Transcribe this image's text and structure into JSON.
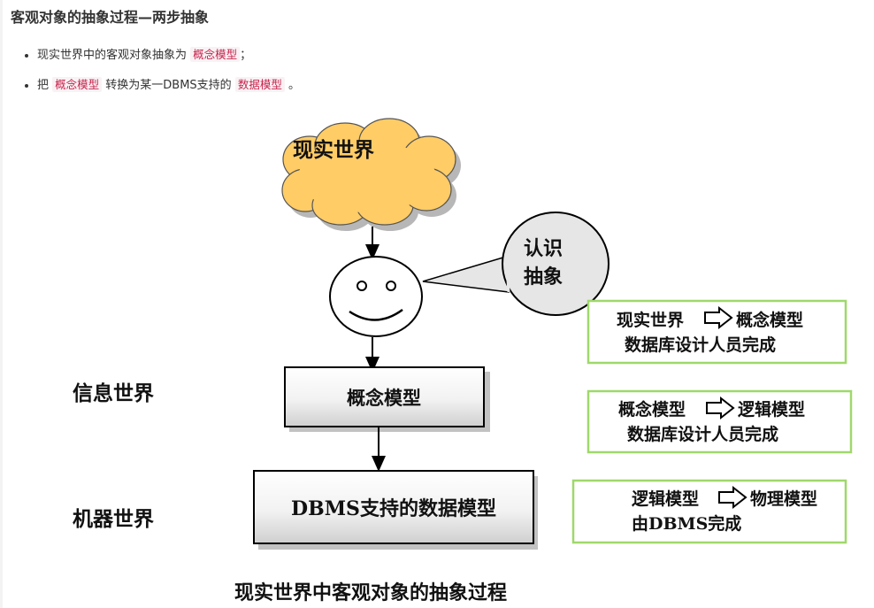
{
  "heading": "客观对象的抽象过程—两步抽象",
  "bullets": [
    {
      "pre": "现实世界中的客观对象抽象为 ",
      "code": "概念模型",
      "post": "；"
    },
    {
      "pre": "把 ",
      "code": "概念模型",
      "mid": " 转换为某一DBMS支持的 ",
      "code2": "数据模型",
      "post": " 。"
    }
  ],
  "diagram": {
    "cloud_label": "现实世界",
    "bubble_lines": [
      "认识",
      "抽象"
    ],
    "box_concept": "概念模型",
    "box_dbms": "DBMS支持的数据模型",
    "side_info": "信息世界",
    "side_machine": "机器世界",
    "note1": {
      "from": "现实世界",
      "to": "概念模型",
      "line2": "数据库设计人员完成"
    },
    "note2": {
      "from": "概念模型",
      "to": "逻辑模型",
      "line2": "数据库设计人员完成"
    },
    "note3": {
      "from": "逻辑模型",
      "to": "物理模型",
      "line2": "由DBMS完成"
    },
    "caption": "现实世界中客观对象的抽象过程",
    "colors": {
      "cloud": "#ffcc66",
      "note_border": "#9fd86b",
      "face": "#ffffff"
    }
  }
}
